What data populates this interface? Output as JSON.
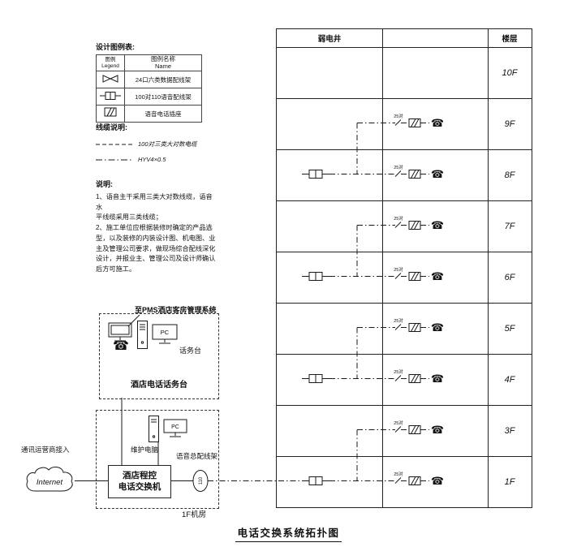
{
  "page": {
    "title": "电话交换系统拓扑图"
  },
  "colors": {
    "line": "#1a1a1a",
    "background": "#ffffff"
  },
  "legend": {
    "title": "设计图例表:",
    "headers": {
      "symbol_zh": "图例",
      "symbol_en": "Legend",
      "name_zh": "图例名称",
      "name_en": "Name"
    },
    "rows": [
      {
        "icon": "data-patch-panel-icon",
        "name": "24口六类数据配线架"
      },
      {
        "icon": "voice-patch-panel-icon",
        "name": "100对110语音配线架"
      },
      {
        "icon": "voice-outlet-icon",
        "name": "语音电话插座"
      }
    ]
  },
  "cable_legend": {
    "title": "线缆说明:",
    "items": [
      {
        "style": "dashed",
        "label": "100对三类大对数电缆"
      },
      {
        "style": "dashdot",
        "label": "HYV4×0.5"
      }
    ]
  },
  "notes": {
    "title": "说明:",
    "body": "1、语音主干采用三类大对数线缆，语音水\n平线缆采用三类线缆；\n2、施工单位应根据装修时确定的产品选\n型，以及装修的内装设计图、机电图、业\n主及管理公司要求，做现场综合配线深化\n设计，并报业主、管理公司及设计师确认\n后方可施工。"
  },
  "pms": {
    "link_label": "至PMS酒店客房管理系统",
    "pc_label": "PC",
    "console_label": "话务台",
    "caption": "酒店电话话务台"
  },
  "machine_room": {
    "maintenance_pc": "维护电脑",
    "pc_label": "PC",
    "mdf_label": "语音总配线架",
    "mdf_symbol": "110",
    "pbx_line1": "酒店程控",
    "pbx_line2": "电话交换机",
    "room_label": "1F机房",
    "isp_label": "通讯运营商接入",
    "cloud_label": "Internet"
  },
  "riser": {
    "shaft_header": "弱电井",
    "floor_header": "楼层",
    "branch_label": "25对",
    "floors": [
      {
        "label": "10F",
        "panel": false,
        "outlet": false,
        "drop": false,
        "feed": false
      },
      {
        "label": "9F",
        "panel": false,
        "outlet": true,
        "drop": true,
        "feed": false
      },
      {
        "label": "8F",
        "panel": true,
        "outlet": true,
        "drop": false,
        "feed": false
      },
      {
        "label": "7F",
        "panel": false,
        "outlet": true,
        "drop": true,
        "feed": false
      },
      {
        "label": "6F",
        "panel": true,
        "outlet": true,
        "drop": false,
        "feed": false
      },
      {
        "label": "5F",
        "panel": false,
        "outlet": true,
        "drop": true,
        "feed": false
      },
      {
        "label": "4F",
        "panel": true,
        "outlet": true,
        "drop": false,
        "feed": false
      },
      {
        "label": "3F",
        "panel": false,
        "outlet": true,
        "drop": true,
        "feed": false
      },
      {
        "label": "1F",
        "panel": true,
        "outlet": true,
        "drop": false,
        "feed": true
      }
    ]
  }
}
